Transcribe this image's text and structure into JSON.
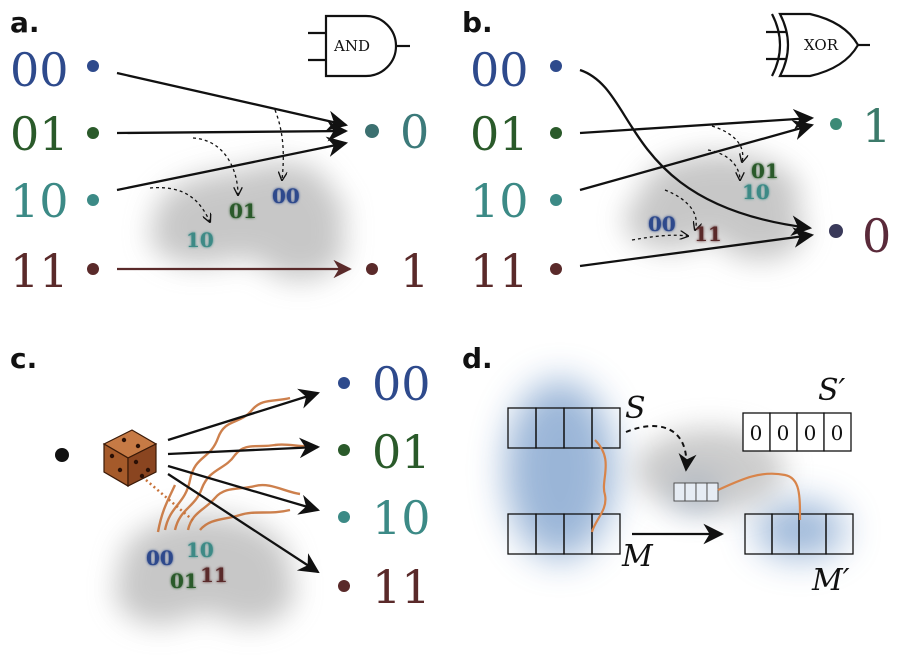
{
  "panels": {
    "a": {
      "label": "a.",
      "gate": "AND",
      "inputs": [
        "00",
        "01",
        "10",
        "11"
      ],
      "outputs": [
        "0",
        "1"
      ],
      "cloud": [
        "00",
        "01",
        "10"
      ]
    },
    "b": {
      "label": "b.",
      "gate": "XOR",
      "inputs": [
        "00",
        "01",
        "10",
        "11"
      ],
      "outputs": [
        "1",
        "0"
      ],
      "cloud": [
        "01",
        "10",
        "00",
        "11"
      ]
    },
    "c": {
      "label": "c.",
      "outputs": [
        "00",
        "01",
        "10",
        "11"
      ],
      "cloud": [
        "00",
        "10",
        "01",
        "11"
      ]
    },
    "d": {
      "label": "d.",
      "S": "S",
      "S_prime": "S′",
      "M": "M",
      "M_prime": "M′",
      "s_prime_cells": [
        "0",
        "0",
        "0",
        "0"
      ]
    }
  },
  "colors": {
    "s00": "#2e4a8c",
    "s01": "#2a5a2a",
    "s10": "#3c8a86",
    "s11": "#5a2a2a",
    "arrow": "#111111",
    "arrow_11_a": "#5a2a2a",
    "wave": "#c8733a",
    "die": "#a85a2a"
  }
}
